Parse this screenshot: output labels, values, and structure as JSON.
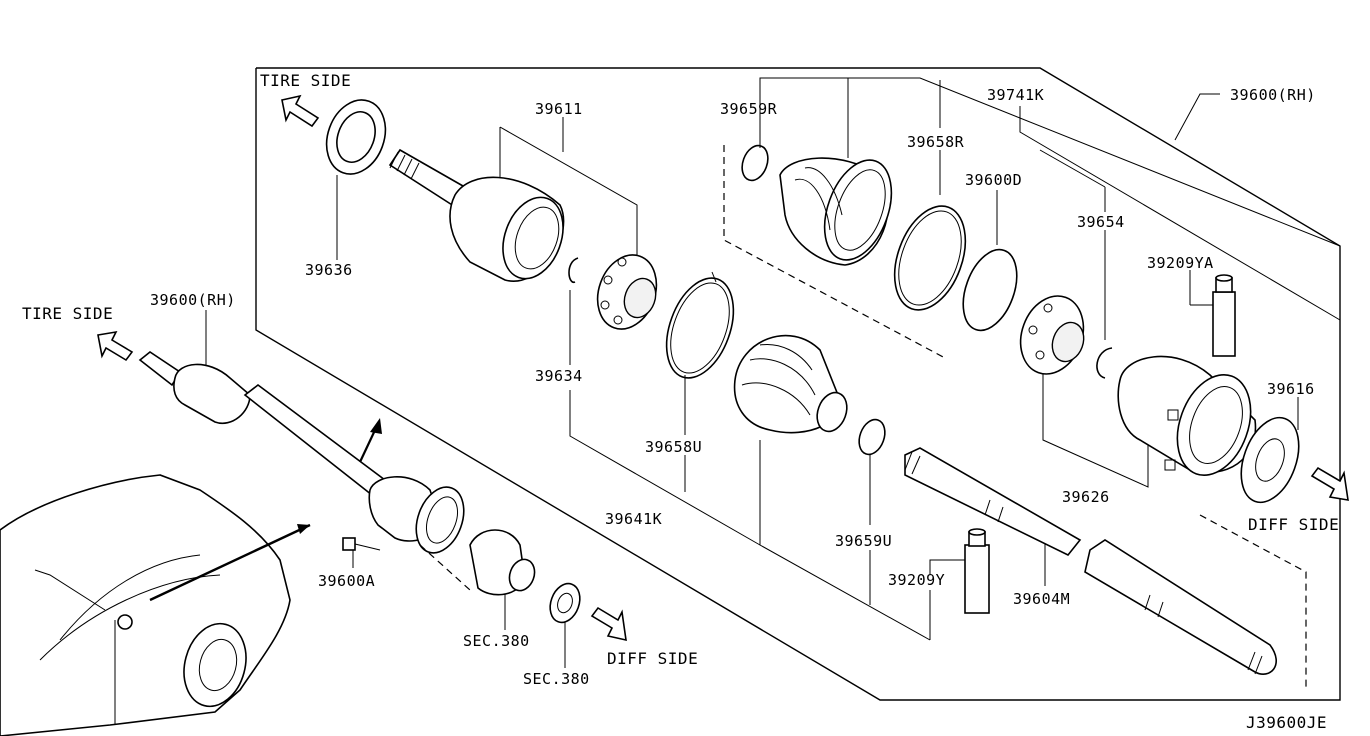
{
  "diagram": {
    "code": "J39600JE",
    "directions": {
      "tire_side_top": "TIRE SIDE",
      "tire_side_left": "TIRE SIDE",
      "diff_side_bottom": "DIFF SIDE",
      "diff_side_right": "DIFF SIDE"
    },
    "labels": {
      "p39600_rh_top": "39600(RH)",
      "p39600_rh_left": "39600(RH)",
      "p39611": "39611",
      "p39659r": "39659R",
      "p39741k": "39741K",
      "p39658r": "39658R",
      "p39600d": "39600D",
      "p39654": "39654",
      "p39209ya": "39209YA",
      "p39636": "39636",
      "p39634": "39634",
      "p39658u": "39658U",
      "p39641k": "39641K",
      "p39659u": "39659U",
      "p39209y": "39209Y",
      "p39604m": "39604M",
      "p39626": "39626",
      "p39616": "39616",
      "p39600a": "39600A",
      "sec380_a": "SEC.380",
      "sec380_b": "SEC.380"
    }
  }
}
